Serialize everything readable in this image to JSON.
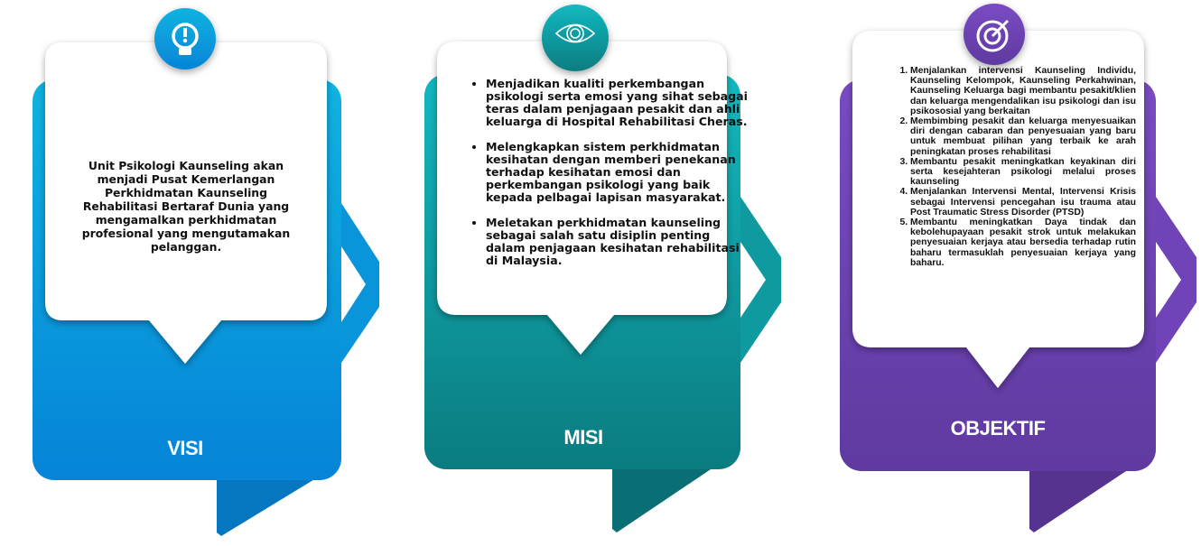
{
  "colors": {
    "visi": "#0a8fdc",
    "misi": "#0e8f95",
    "objektif": "#6a3fae"
  },
  "visi": {
    "title": "VISI",
    "icon": "lightbulb-icon",
    "text": "Unit Psikologi Kaunseling akan menjadi Pusat Kemerlangan Perkhidmatan Kaunseling Rehabilitasi Bertaraf Dunia yang mengamalkan perkhidmatan profesional yang  mengutamakan pelanggan."
  },
  "misi": {
    "title": "MISI",
    "icon": "eye-gear-icon",
    "items": [
      "Menjadikan kualiti perkembangan psikologi serta emosi yang sihat sebagai teras dalam penjagaan pesakit dan ahli keluarga di Hospital Rehabilitasi Cheras.",
      "Melengkapkan sistem perkhidmatan kesihatan dengan memberi penekanan terhadap kesihatan emosi dan perkembangan psikologi yang baik kepada pelbagai lapisan masyarakat.",
      "Meletakan perkhidmatan kaunseling sebagai salah satu disiplin penting dalam penjagaan kesihatan rehabilitasi di Malaysia."
    ]
  },
  "objektif": {
    "title": "OBJEKTIF",
    "icon": "target-icon",
    "items": [
      "Menjalankan intervensi Kaunseling Individu, Kaunseling Kelompok, Kaunseling Perkahwinan, Kaunseling Keluarga bagi membantu pesakit/klien dan keluarga mengendalikan isu psikologi dan isu psikososial yang berkaitan",
      "Membimbing pesakit dan keluarga menyesuaikan diri dengan cabaran dan penyesuaian yang baru untuk membuat pilihan yang terbaik ke arah peningkatan proses rehabilitasi",
      "Membantu pesakit meningkatkan keyakinan diri serta kesejahteran psikologi melalui proses kaunseling",
      "Menjalankan Intervensi Mental, Intervensi Krisis sebagai Intervensi pencegahan isu trauma  atau Post Traumatic Stress Disorder (PTSD)",
      "Membantu meningkatkan Daya tindak dan kebolehupayaan pesakit strok untuk melakukan penyesuaian kerjaya atau bersedia terhadap rutin baharu termasuklah penyesuaian kerjaya yang baharu."
    ]
  }
}
